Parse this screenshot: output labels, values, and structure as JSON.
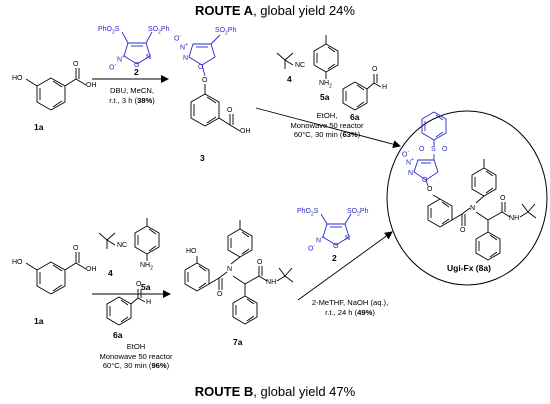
{
  "route_a": {
    "name": "ROUTE A",
    "yield_text": ", global yield 24%"
  },
  "route_b": {
    "name": "ROUTE B",
    "yield_text": ", global yield 47%"
  },
  "compounds": {
    "c1a_top": "1a",
    "c2_top": "2",
    "c3": "3",
    "c4_top": "4",
    "c5a_top": "5a",
    "c6a_top": "6a",
    "c1a_bottom": "1a",
    "c4_bottom": "4",
    "c5a_bottom": "5a",
    "c6a_bottom": "6a",
    "c7a": "7a",
    "c2_bottom": "2",
    "product": "Ugi-Fx (8a)"
  },
  "conditions": {
    "step1_line1": "DBU, MeCN,",
    "step1_line2_pre": "r.t., 3 h (",
    "step1_yield": "38%",
    "step1_line2_post": ")",
    "step2_line1": "EtOH,",
    "step2_line2": "Monowave 50 reactor",
    "step2_line3_pre": "60°C, 30 min (",
    "step2_yield": "63%",
    "step2_line3_post": ")",
    "step3_line1": "EtOH",
    "step3_line2": "Monowave 50 reactor",
    "step3_line3_pre": "60°C, 30 min (",
    "step3_yield": "96%",
    "step3_line3_post": ")",
    "step4_line1": "2-MeTHF, NaOH (aq.),",
    "step4_line2_pre": "r.t., 24 h (",
    "step4_yield": "49%",
    "step4_line2_post": ")"
  },
  "atoms": {
    "ho": "HO",
    "oh": "OH",
    "o": "O",
    "n": "N",
    "h": "H",
    "nh2": "NH",
    "nh2_sub": "2",
    "nc": "NC",
    "so2ph": "SO",
    "so2ph_sub": "2",
    "so2ph_tail": "Ph",
    "phso2": "PhO",
    "phso2_sub": "2",
    "phso2_tail": "S",
    "nplus": "N",
    "nplus_sup": "+",
    "ominus": "O",
    "ominus_sup": "-",
    "s": "S",
    "nh": "N"
  },
  "colors": {
    "accent": "#2929c7",
    "ink": "#000000"
  }
}
